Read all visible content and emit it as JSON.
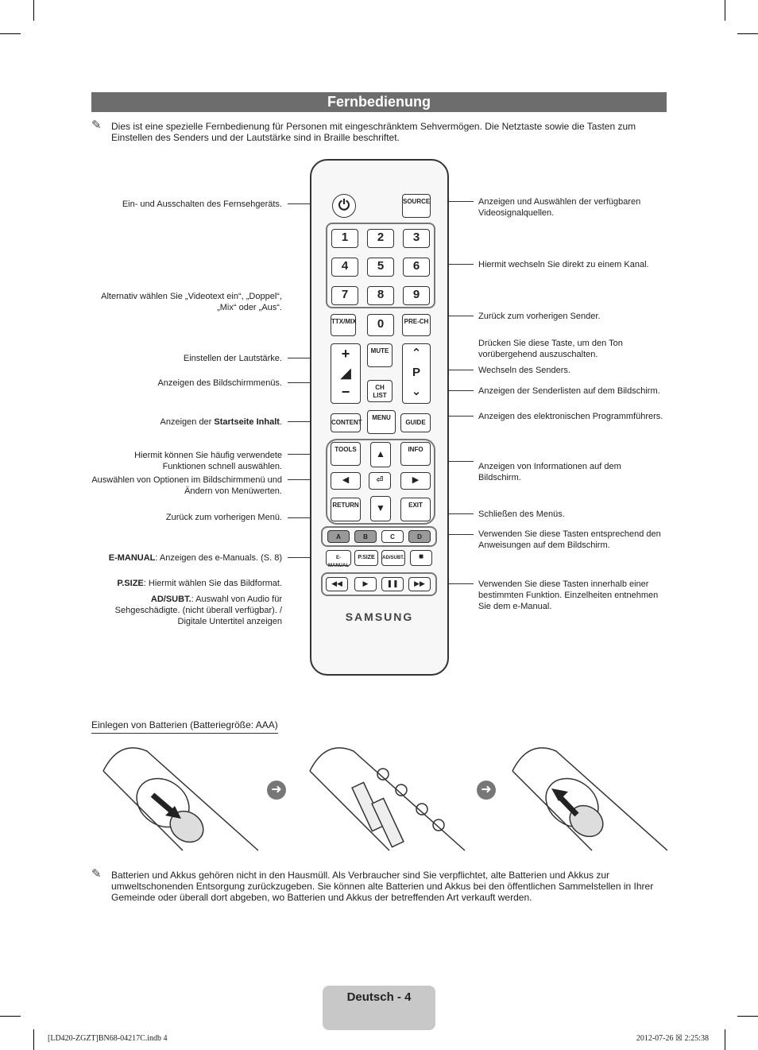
{
  "header": {
    "title": "Fernbedienung"
  },
  "intro_note": "Dies ist eine spezielle Fernbedienung für Personen mit eingeschränktem Sehvermögen. Die Netztaste sowie die Tasten zum Einstellen des Senders und der Lautstärke sind in Braille beschriftet.",
  "left_labels": {
    "power": "Ein- und Ausschalten des Fernsehgeräts.",
    "ttx": "Alternativ wählen Sie „Videotext ein“, „Doppel“, „Mix“ oder „Aus“.",
    "volume": "Einstellen der Lautstärke.",
    "menu": "Anzeigen des Bildschirmmenüs.",
    "content_prefix": "Anzeigen der ",
    "content_bold": "Startseite Inhalt",
    "content_suffix": ".",
    "tools": "Hiermit können Sie häufig verwendete Funktionen schnell auswählen.",
    "nav": "Auswählen von Optionen im Bildschirmmenü und Ändern von Menüwerten.",
    "return": "Zurück zum vorherigen Menü.",
    "emanual_bold": "E-MANUAL",
    "emanual_text": ": Anzeigen des e-Manuals. (S. 8)",
    "psize_bold": "P.SIZE",
    "psize_text": ": Hiermit wählen Sie das Bildformat.",
    "adsubt_bold": "AD/SUBT.",
    "adsubt_text": ": Auswahl von Audio für Sehgeschädigte. (nicht überall verfügbar). / Digitale Untertitel anzeigen"
  },
  "right_labels": {
    "source": "Anzeigen und Auswählen der verfügbaren Videosignalquellen.",
    "numbers": "Hiermit wechseln Sie direkt zu einem Kanal.",
    "prech": "Zurück zum vorherigen Sender.",
    "mute": "Drücken Sie diese Taste, um den Ton vorübergehend auszuschalten.",
    "channel": "Wechseln des Senders.",
    "chlist": "Anzeigen der Senderlisten auf dem Bildschirm.",
    "guide": "Anzeigen des elektronischen Programmführers.",
    "info": "Anzeigen von Informationen auf dem Bildschirm.",
    "exit": "Schließen des Menüs.",
    "colors": "Verwenden Sie diese Tasten entsprechend den Anweisungen auf dem Bildschirm.",
    "media": "Verwenden Sie diese Tasten innerhalb einer bestimmten Funktion. Einzelheiten entnehmen Sie dem e-Manual."
  },
  "remote": {
    "source": "SOURCE",
    "digits": [
      "1",
      "2",
      "3",
      "4",
      "5",
      "6",
      "7",
      "8",
      "9",
      "0"
    ],
    "ttx": "TTX/MIX",
    "prech": "PRE-CH",
    "mute": "MUTE",
    "p": "P",
    "chlist": "CH LIST",
    "content": "CONTENT",
    "menu": "MENU",
    "guide": "GUIDE",
    "tools": "TOOLS",
    "info": "INFO",
    "return": "RETURN",
    "exit": "EXIT",
    "colors": [
      "A",
      "B",
      "C",
      "D"
    ],
    "emanual": "E-MANUAL",
    "psize": "P.SIZE",
    "adsubt": "AD/SUBT.",
    "brand": "SAMSUNG"
  },
  "battery_section": {
    "heading": "Einlegen von Batterien (Batteriegröße: AAA)"
  },
  "battery_note": "Batterien und Akkus gehören nicht in den Hausmüll. Als Verbraucher sind Sie verpflichtet, alte Batterien und Akkus zur umweltschonenden Entsorgung zurückzugeben. Sie können alte Batterien und Akkus bei den öffentlichen Sammelstellen in Ihrer Gemeinde oder überall dort abgeben, wo Batterien und Akkus der betreffenden Art verkauft werden.",
  "page_tab": "Deutsch - 4",
  "footer": {
    "left": "[LD420-ZGZT]BN68-04217C.indb   4",
    "right": "2012-07-26   ☒ 2:25:38"
  }
}
